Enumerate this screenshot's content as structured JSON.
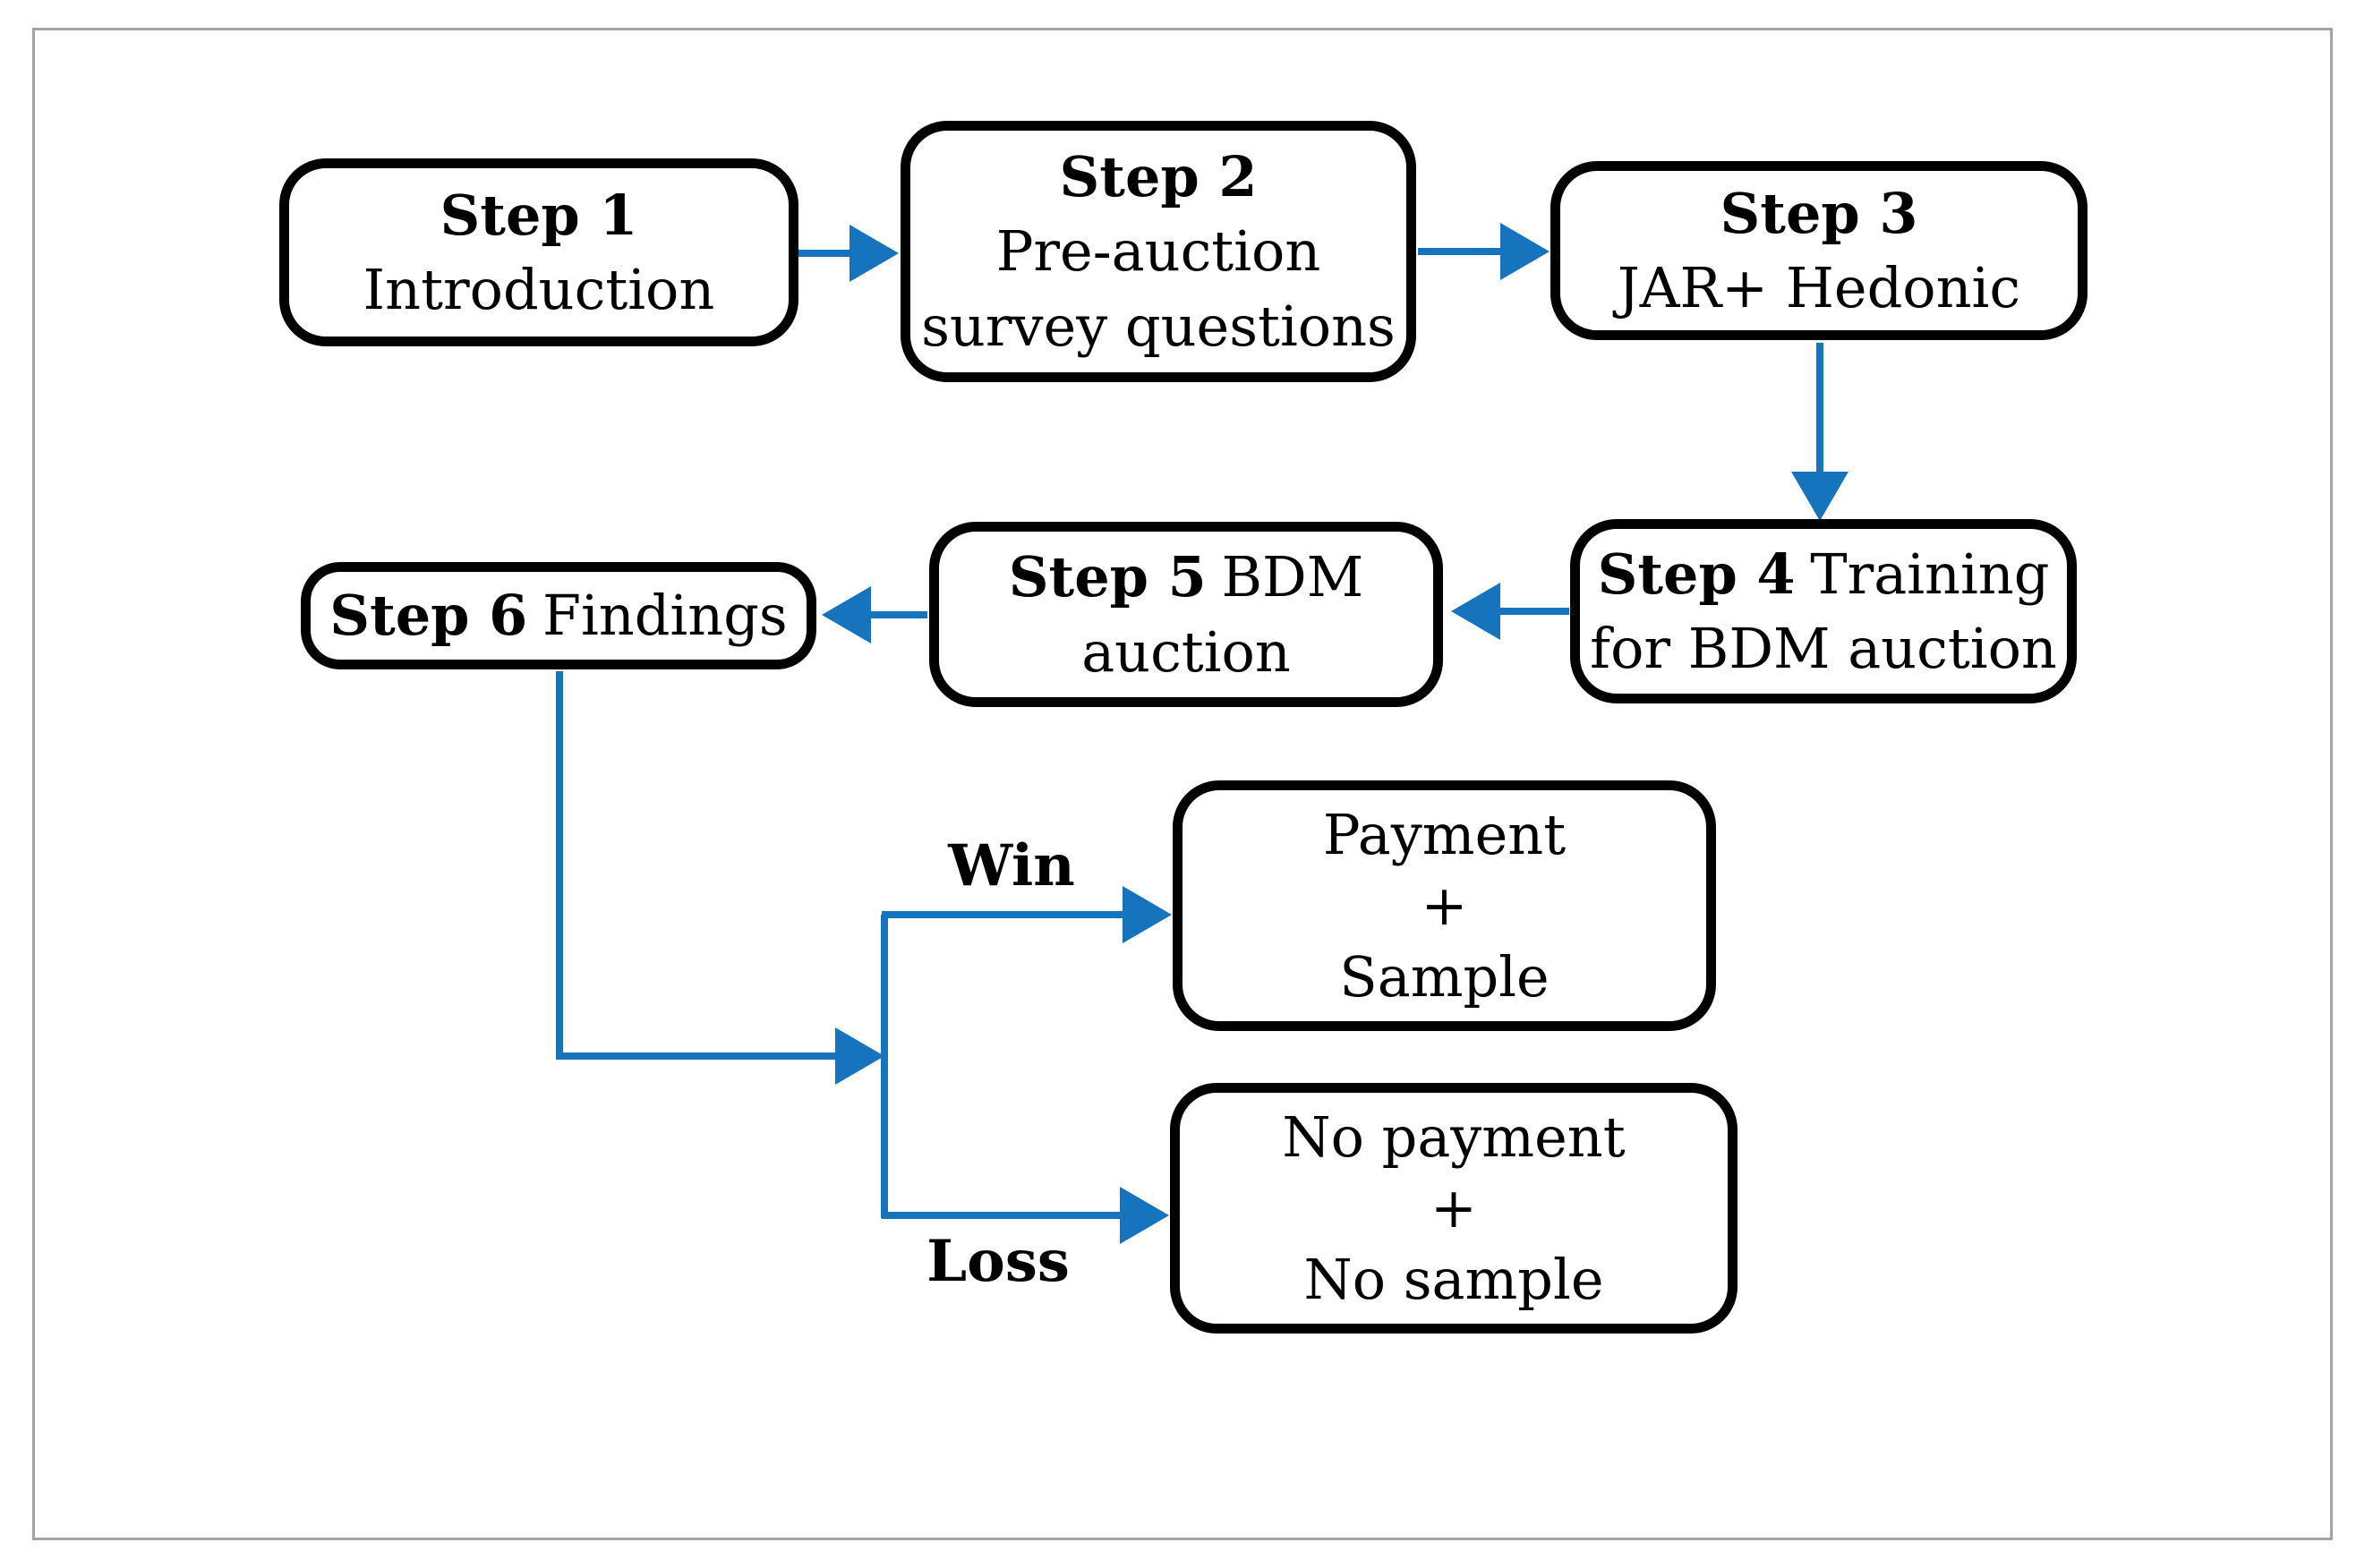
{
  "figure": {
    "background": "#ffffff",
    "frame_color": "#a9a2a2",
    "box_border_color": "#000000",
    "arrow_color": "#1673bd",
    "text_color": "#000000"
  },
  "nodes": {
    "step1": {
      "step": "Step 1",
      "line2": "Introduction"
    },
    "step2": {
      "step": "Step 2",
      "line2": "Pre-auction",
      "line3": "survey questions"
    },
    "step3": {
      "step": "Step 3",
      "line2": "JAR+ Hedonic"
    },
    "step4": {
      "step": "Step 4",
      "rest": "Training",
      "line2": "for BDM auction"
    },
    "step5": {
      "step": "Step 5",
      "rest": "BDM",
      "line2": "auction"
    },
    "step6": {
      "step": "Step 6",
      "rest": "Findings"
    },
    "win_outcome": {
      "line1": "Payment",
      "line2": "+",
      "line3": "Sample"
    },
    "loss_outcome": {
      "line1": "No payment",
      "line2": "+",
      "line3": "No sample"
    }
  },
  "labels": {
    "win": "Win",
    "loss": "Loss"
  }
}
